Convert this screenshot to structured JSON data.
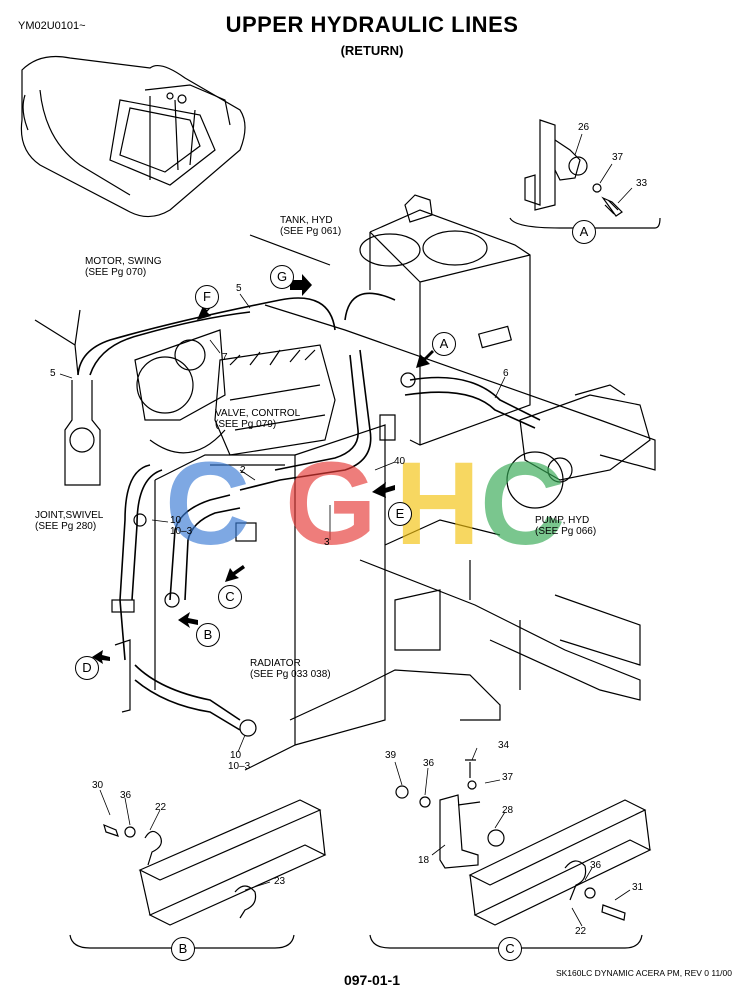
{
  "header": {
    "doc_code": "YM02U0101~",
    "title": "UPPER HYDRAULIC LINES",
    "subtitle": "(RETURN)"
  },
  "labels": {
    "tank": [
      "TANK, HYD",
      "(SEE Pg 061)"
    ],
    "motor": [
      "MOTOR, SWING",
      "(SEE Pg 070)"
    ],
    "valve": [
      "VALVE, CONTROL",
      "(SEE Pg 079)"
    ],
    "joint": [
      "JOINT,SWIVEL",
      "(SEE Pg 280)"
    ],
    "pump": [
      "PUMP, HYD",
      "(SEE Pg 066)"
    ],
    "radiator": [
      "RADIATOR",
      "(SEE Pg 033 038)"
    ]
  },
  "part_numbers": {
    "a26": "26",
    "a37": "37",
    "a33": "33",
    "m5a": "5",
    "m5b": "5",
    "m7": "7",
    "m6": "6",
    "m2": "2",
    "m40": "40",
    "m3": "3",
    "m10a": "10",
    "m10_3a": "10–3",
    "m10b": "10",
    "m10_3b": "10–3",
    "b30": "30",
    "b36": "36",
    "b22": "22",
    "b23": "23",
    "c39": "39",
    "c36a": "36",
    "c34": "34",
    "c37": "37",
    "c28": "28",
    "c18": "18",
    "c36b": "36",
    "c31": "31",
    "c22": "22"
  },
  "callouts": {
    "A_detail": "A",
    "B_detail": "B",
    "C_detail": "C",
    "A": "A",
    "B": "B",
    "C": "C",
    "D": "D",
    "E": "E",
    "F": "F",
    "G": "G"
  },
  "watermark": {
    "text": "CGHC",
    "colors": [
      "#3a7bd5",
      "#e53935",
      "#f4c20d",
      "#34a853"
    ]
  },
  "footer": {
    "page": "097-01-1",
    "model": "SK160LC DYNAMIC ACERA PM,  REV 0 11/00"
  }
}
